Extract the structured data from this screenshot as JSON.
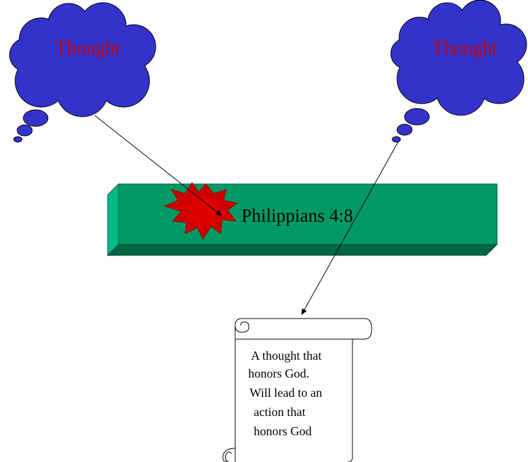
{
  "diagram": {
    "left_cloud": {
      "label": "Thought"
    },
    "right_cloud": {
      "label": "Thought"
    },
    "bar": {
      "label": "Philippians 4:8"
    },
    "scroll": {
      "lines": [
        "A thought that",
        "honors God.",
        "Will lead to an",
        "action that",
        "honors God"
      ]
    },
    "colors": {
      "cloud_fill": "#3333cc",
      "cloud_text": "#cc0000",
      "bar_face": "#009966",
      "bar_top": "#33cc99",
      "bar_bottom": "#006644",
      "burst": "#cc0000",
      "connector": "#000000"
    }
  }
}
